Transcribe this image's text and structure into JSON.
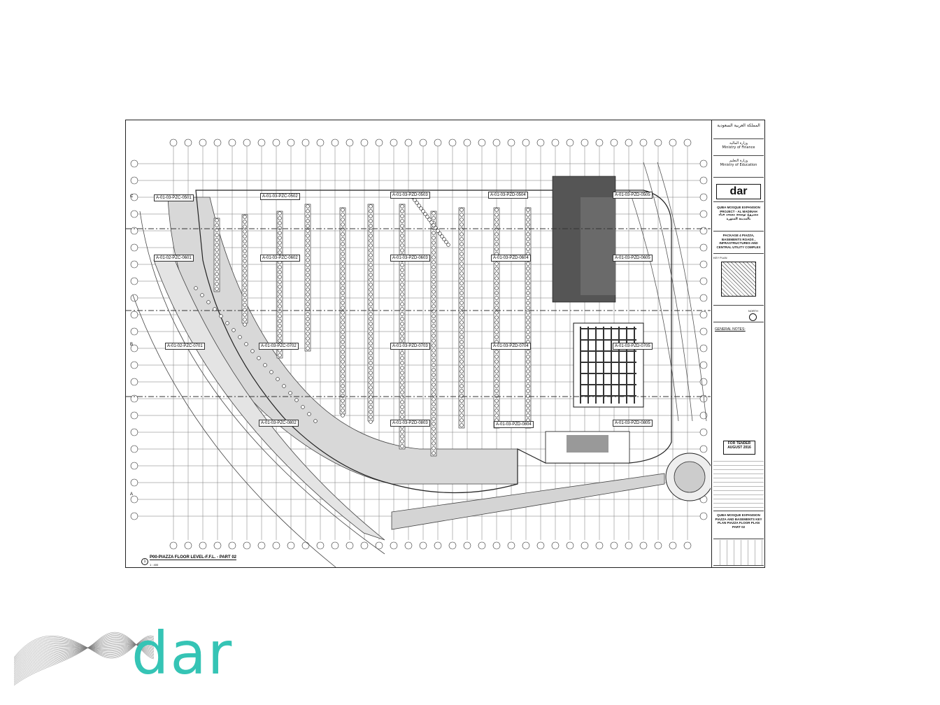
{
  "drawing": {
    "view_title": "P00-PIAZZA FLOOR LEVEL-F.F.L. - PART 02",
    "view_number": "1",
    "scale": "1 : 400",
    "row_markers": [
      "C",
      "B",
      "A"
    ],
    "zone_labels": [
      "A-01-03-PZC-0501",
      "A-01-03-PZC-0502",
      "A-01-03-PZD-0503",
      "A-01-03-PZD-0504",
      "A-01-03-PZD-0505",
      "A-01-02-PZC-0601",
      "A-01-03-PZC-0602",
      "A-01-03-PZD-0603",
      "A-01-03-PZD-0604",
      "A-01-03-PZD-0605",
      "A-01-02-PZC-0701",
      "A-01-03-PZC-0702",
      "A-01-03-PZD-0703",
      "A-01-03-PZD-0704",
      "A-01-03-PZD-0705",
      "A-01-03-PZC-0802",
      "A-01-03-PZD-0803",
      "A-01-03-PZD-0804",
      "A-01-03-PZD-0805"
    ]
  },
  "title_block": {
    "client_arabic": "المملكة العربية السعودية",
    "ministry_finance_ar": "وزارة المالية",
    "ministry_finance_en": "Ministry of Finance",
    "ministry_education_ar": "وزارة التعليم",
    "ministry_education_en": "Ministry of Education",
    "consultant_logo": "dar",
    "project_en": "QUBA MOSQUE EXPANSION PROJECT - AL MADINAH",
    "project_ar": "مشروع توسعة مسجد قباء بالمدينة المنورة",
    "package": "PACKAGE 4 PIAZZA, BASEMENTS ROADS , INFRASTRUCTURES AND CENTRAL UTILITY COMPLEX",
    "key_plan_label": "KEY PLAN",
    "north_label": "NORTH",
    "general_notes_heading": "GENERAL NOTES:",
    "tender_stamp": "FOR TENDER AUGUST 2016",
    "sheet_title": "QUBA MOSQUE EXPANSION PIAZZA AND BASEMENTS KEY PLAN PIAZZA FLOOR PLAN PART 02"
  },
  "branding": {
    "logo_text": "dar",
    "logo_color": "#35c4b5"
  }
}
